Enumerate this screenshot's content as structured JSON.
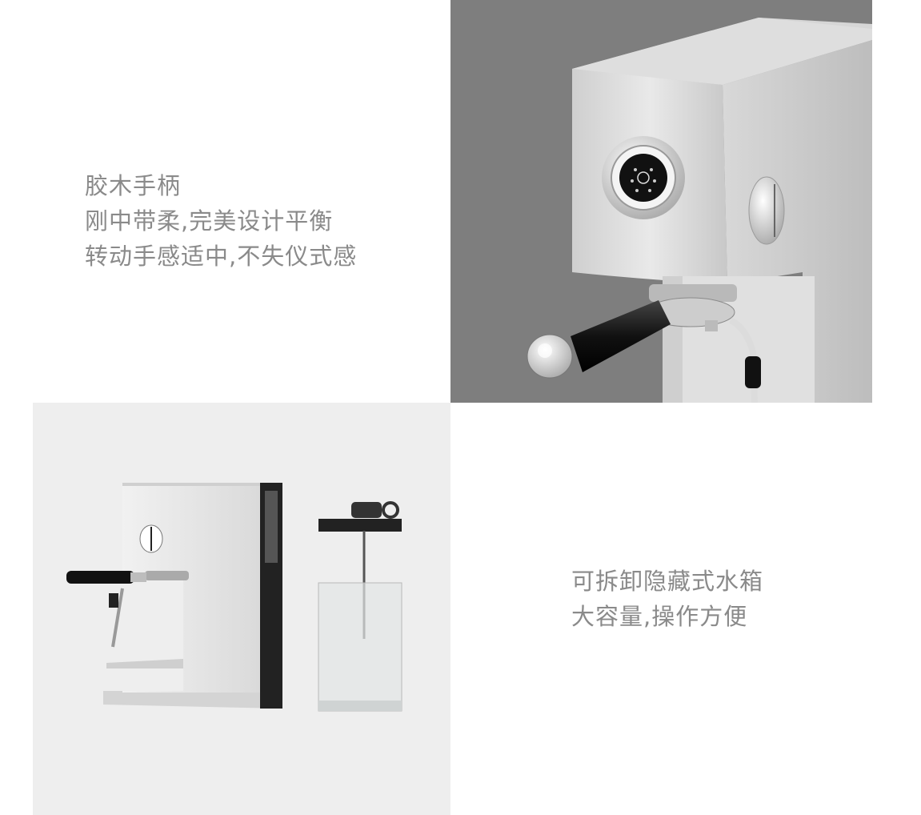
{
  "feature_handle": {
    "lines": [
      "胶木手柄",
      "刚中带柔,完美设计平衡",
      "转动手感适中,不失仪式感"
    ]
  },
  "feature_tank": {
    "lines": [
      "可拆卸隐藏式水箱",
      "大容量,操作方便"
    ]
  },
  "images": {
    "top": "espresso-machine-closeup-photo",
    "bottom": "espresso-machine-with-detached-water-tank-photo"
  },
  "colors": {
    "text": "#8a8a8a",
    "top_panel_bg": "#7e7e7e",
    "bottom_panel_bg": "#eeeeee"
  }
}
